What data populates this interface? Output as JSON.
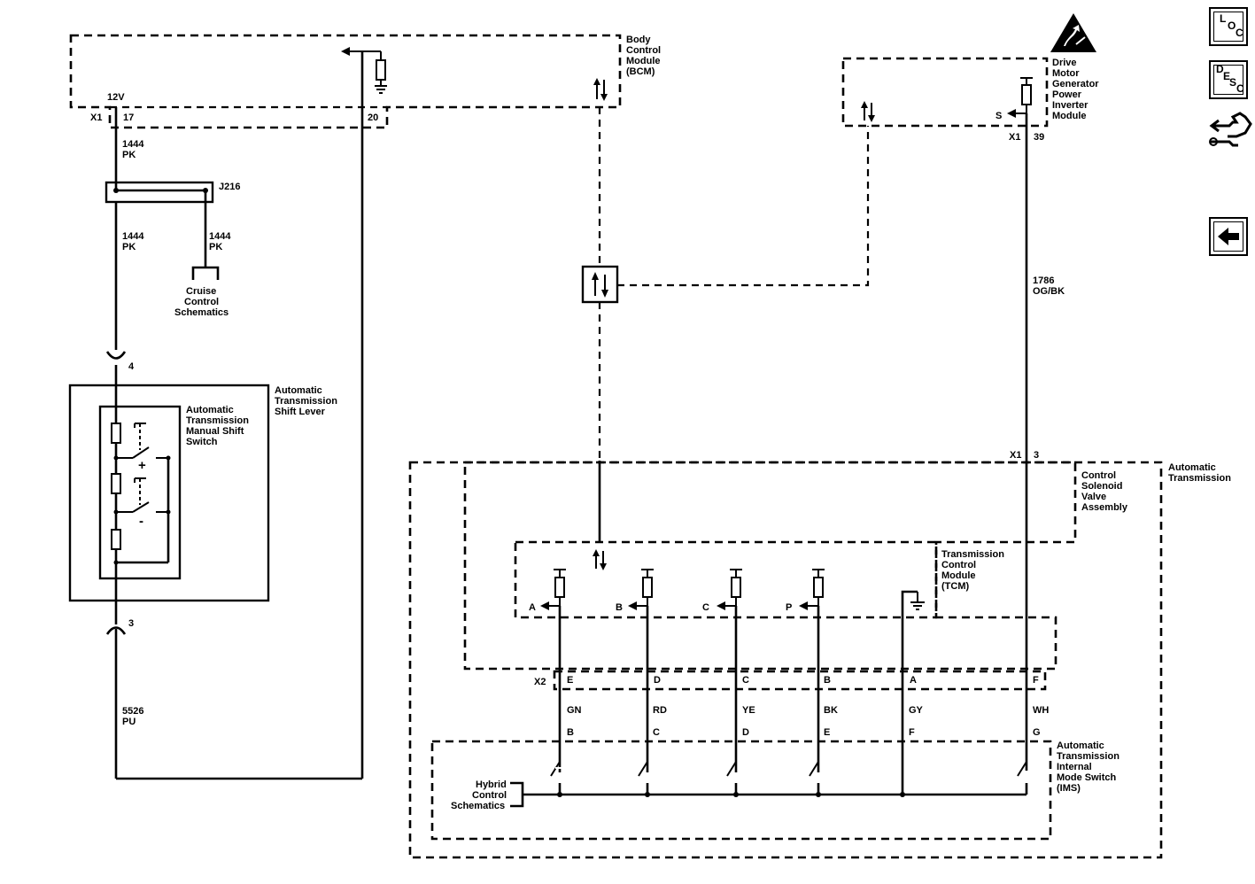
{
  "nav": {
    "loc": {
      "l": "L",
      "o": "O",
      "c": "C"
    },
    "desc": {
      "d": "D",
      "e": "E",
      "s": "S",
      "c": "C"
    }
  },
  "modules": {
    "bcm": "Body Control Module (BCM)",
    "bcm_lines": [
      "Body",
      "Control",
      "Module",
      "(BCM)"
    ],
    "dmgpim_lines": [
      "Drive",
      "Motor",
      "Generator",
      "Power",
      "Inverter",
      "Module"
    ],
    "shift_lever_lines": [
      "Automatic",
      "Transmission",
      "Shift Lever"
    ],
    "manual_shift_switch_lines": [
      "Automatic",
      "Transmission",
      "Manual Shift",
      "Switch"
    ],
    "cruise_lines": [
      "Cruise",
      "Control",
      "Schematics"
    ],
    "auto_trans_lines": [
      "Automatic",
      "Transmission"
    ],
    "csva_lines": [
      "Control",
      "Solenoid",
      "Valve",
      "Assembly"
    ],
    "tcm_lines": [
      "Transmission",
      "Control",
      "Module",
      "(TCM)"
    ],
    "ims_lines": [
      "Automatic",
      "Transmission",
      "Internal",
      "Mode Switch",
      "(IMS)"
    ],
    "hybrid_lines": [
      "Hybrid",
      "Control",
      "Schematics"
    ]
  },
  "labels": {
    "bcm_12v": "12V",
    "bcm_x1": "X1",
    "bcm_pin17": "17",
    "bcm_pin20": "20",
    "wire1444_a": [
      "1444",
      "PK"
    ],
    "splice": "J216",
    "wire1444_b": [
      "1444",
      "PK"
    ],
    "wire1444_c": [
      "1444",
      "PK"
    ],
    "conn4": "4",
    "conn3": "3",
    "wire5526": [
      "5526",
      "PU"
    ],
    "plus": "+",
    "minus": "-",
    "dmg_s": "S",
    "dmg_x1": "X1",
    "dmg_pin39": "39",
    "wire1786": [
      "1786",
      "OG/BK"
    ],
    "at_x1": "X1",
    "at_pin3": "3",
    "x2": "X2",
    "tcm_inputs": [
      "A",
      "B",
      "C",
      "P"
    ],
    "x2_pins": [
      "E",
      "D",
      "C",
      "B",
      "A",
      "F"
    ],
    "wire_colors": [
      "GN",
      "RD",
      "YE",
      "BK",
      "GY",
      "WH"
    ],
    "ims_pins": [
      "B",
      "C",
      "D",
      "E",
      "F",
      "G"
    ]
  }
}
